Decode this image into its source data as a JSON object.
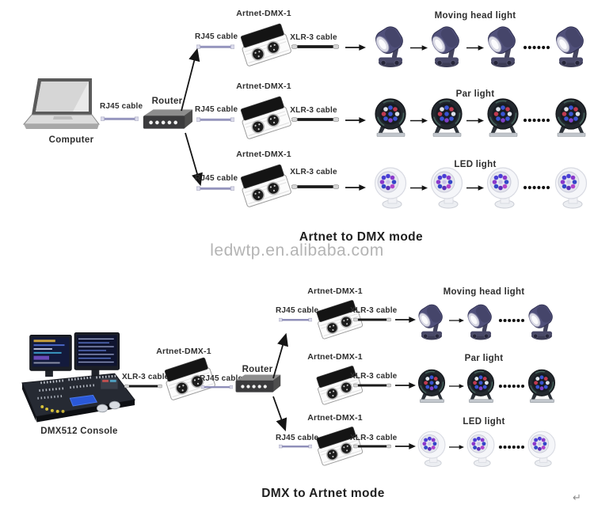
{
  "watermark": "ledwtp.en.alibaba.com",
  "labels": {
    "computer": "Computer",
    "router": "Router",
    "rj45_cable": "RJ45 cable",
    "xlr3_cable": "XLR-3 cable",
    "converter": "Artnet-DMX-1",
    "console": "DMX512 Console",
    "return_mark": "↵"
  },
  "top_diagram": {
    "title": "Artnet to DMX mode",
    "branches": [
      {
        "light_type": "Moving head light",
        "fixtures_shown": 4
      },
      {
        "light_type": "Par light",
        "fixtures_shown": 4
      },
      {
        "light_type": "LED light",
        "fixtures_shown": 4
      }
    ]
  },
  "bottom_diagram": {
    "title": "DMX to Artnet mode",
    "branches": [
      {
        "light_type": "Moving head light",
        "fixtures_shown": 3
      },
      {
        "light_type": "Par light",
        "fixtures_shown": 3
      },
      {
        "light_type": "LED light",
        "fixtures_shown": 3
      }
    ]
  },
  "colors": {
    "rj45_cable": "#6b6b9e",
    "xlr3_cable": "#1a1a1a",
    "arrow": "#141414",
    "label_text": "#2e2e2e",
    "watermark_text": "#b4b4b4",
    "background": "#ffffff"
  }
}
